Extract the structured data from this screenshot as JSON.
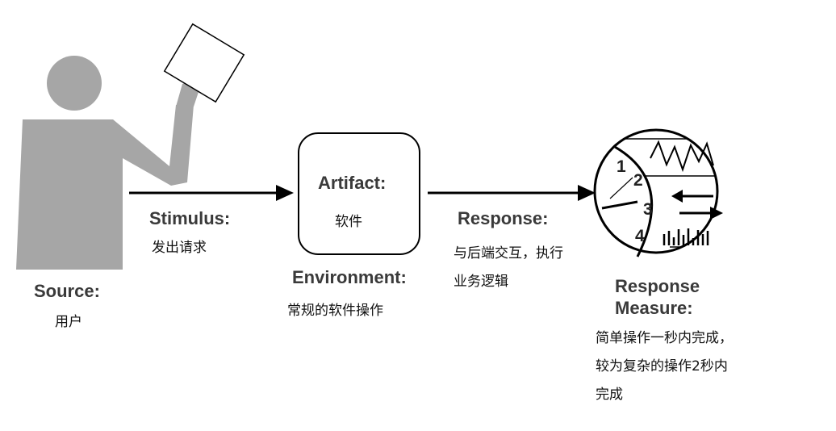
{
  "source": {
    "heading": "Source:",
    "text": "用户"
  },
  "stimulus": {
    "heading": "Stimulus:",
    "text": "发出请求"
  },
  "artifact": {
    "heading": "Artifact:",
    "text": "软件"
  },
  "environment": {
    "heading": "Environment:",
    "text": "常规的软件操作"
  },
  "response": {
    "heading": "Response:",
    "lines": [
      "与后端交互，执行",
      "业务逻辑"
    ]
  },
  "response_measure": {
    "heading_lines": [
      "Response",
      "Measure:"
    ],
    "lines": [
      "简单操作一秒内完成，",
      "较为复杂的操作2秒内",
      "完成"
    ]
  },
  "gauge_numbers": [
    "1",
    "2",
    "3",
    "4"
  ],
  "colors": {
    "figure": "#a6a6a6",
    "arrow": "#000000",
    "heading": "#3a3a3a",
    "text": "#111111"
  }
}
